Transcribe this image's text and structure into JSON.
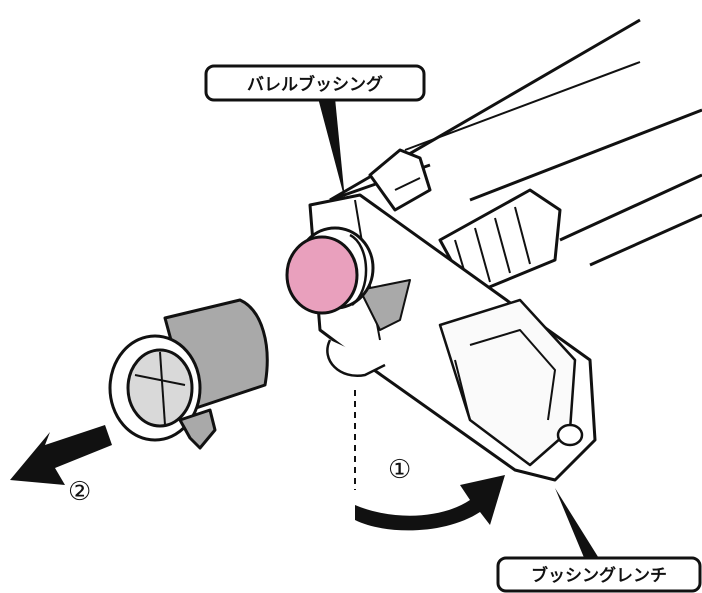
{
  "labels": {
    "barrel_bushing": "バレルブッシング",
    "bushing_wrench": "ブッシングレンチ"
  },
  "steps": {
    "step1": "①",
    "step2": "②"
  },
  "colors": {
    "bushing_highlight": "#e9a0bd",
    "line": "#111111",
    "metal_light": "#d9d9d9",
    "metal_mid": "#a9a9a9",
    "background": "#ffffff"
  },
  "icons": {
    "rotate_arrow": "curved-arrow-icon",
    "remove_arrow": "left-arrow-icon"
  }
}
